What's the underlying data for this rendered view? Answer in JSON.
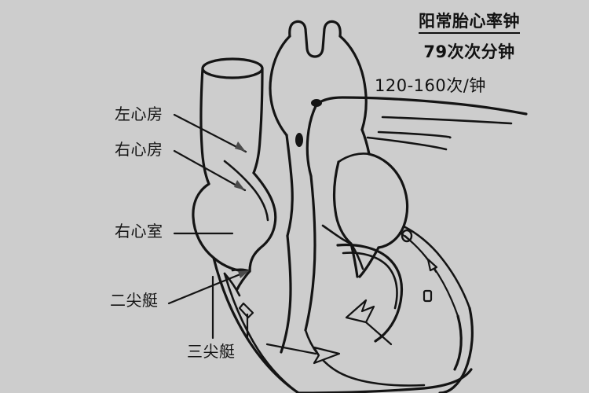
{
  "figure": {
    "kind": "heart-anatomy-line-drawing",
    "background_color": "#cdcdcd",
    "line_color": "#141414",
    "text_color": "#111111"
  },
  "labels": {
    "left_atrium": "左心房",
    "right_atrium": "右心房",
    "right_ventricle": "右心室",
    "mitral_valve": "二尖艇",
    "tricuspid_valve": "三尖艇"
  },
  "annotation": {
    "title": "阳常胎心率钟",
    "rate": "79次次分钟",
    "range": "120-160次/钟"
  }
}
